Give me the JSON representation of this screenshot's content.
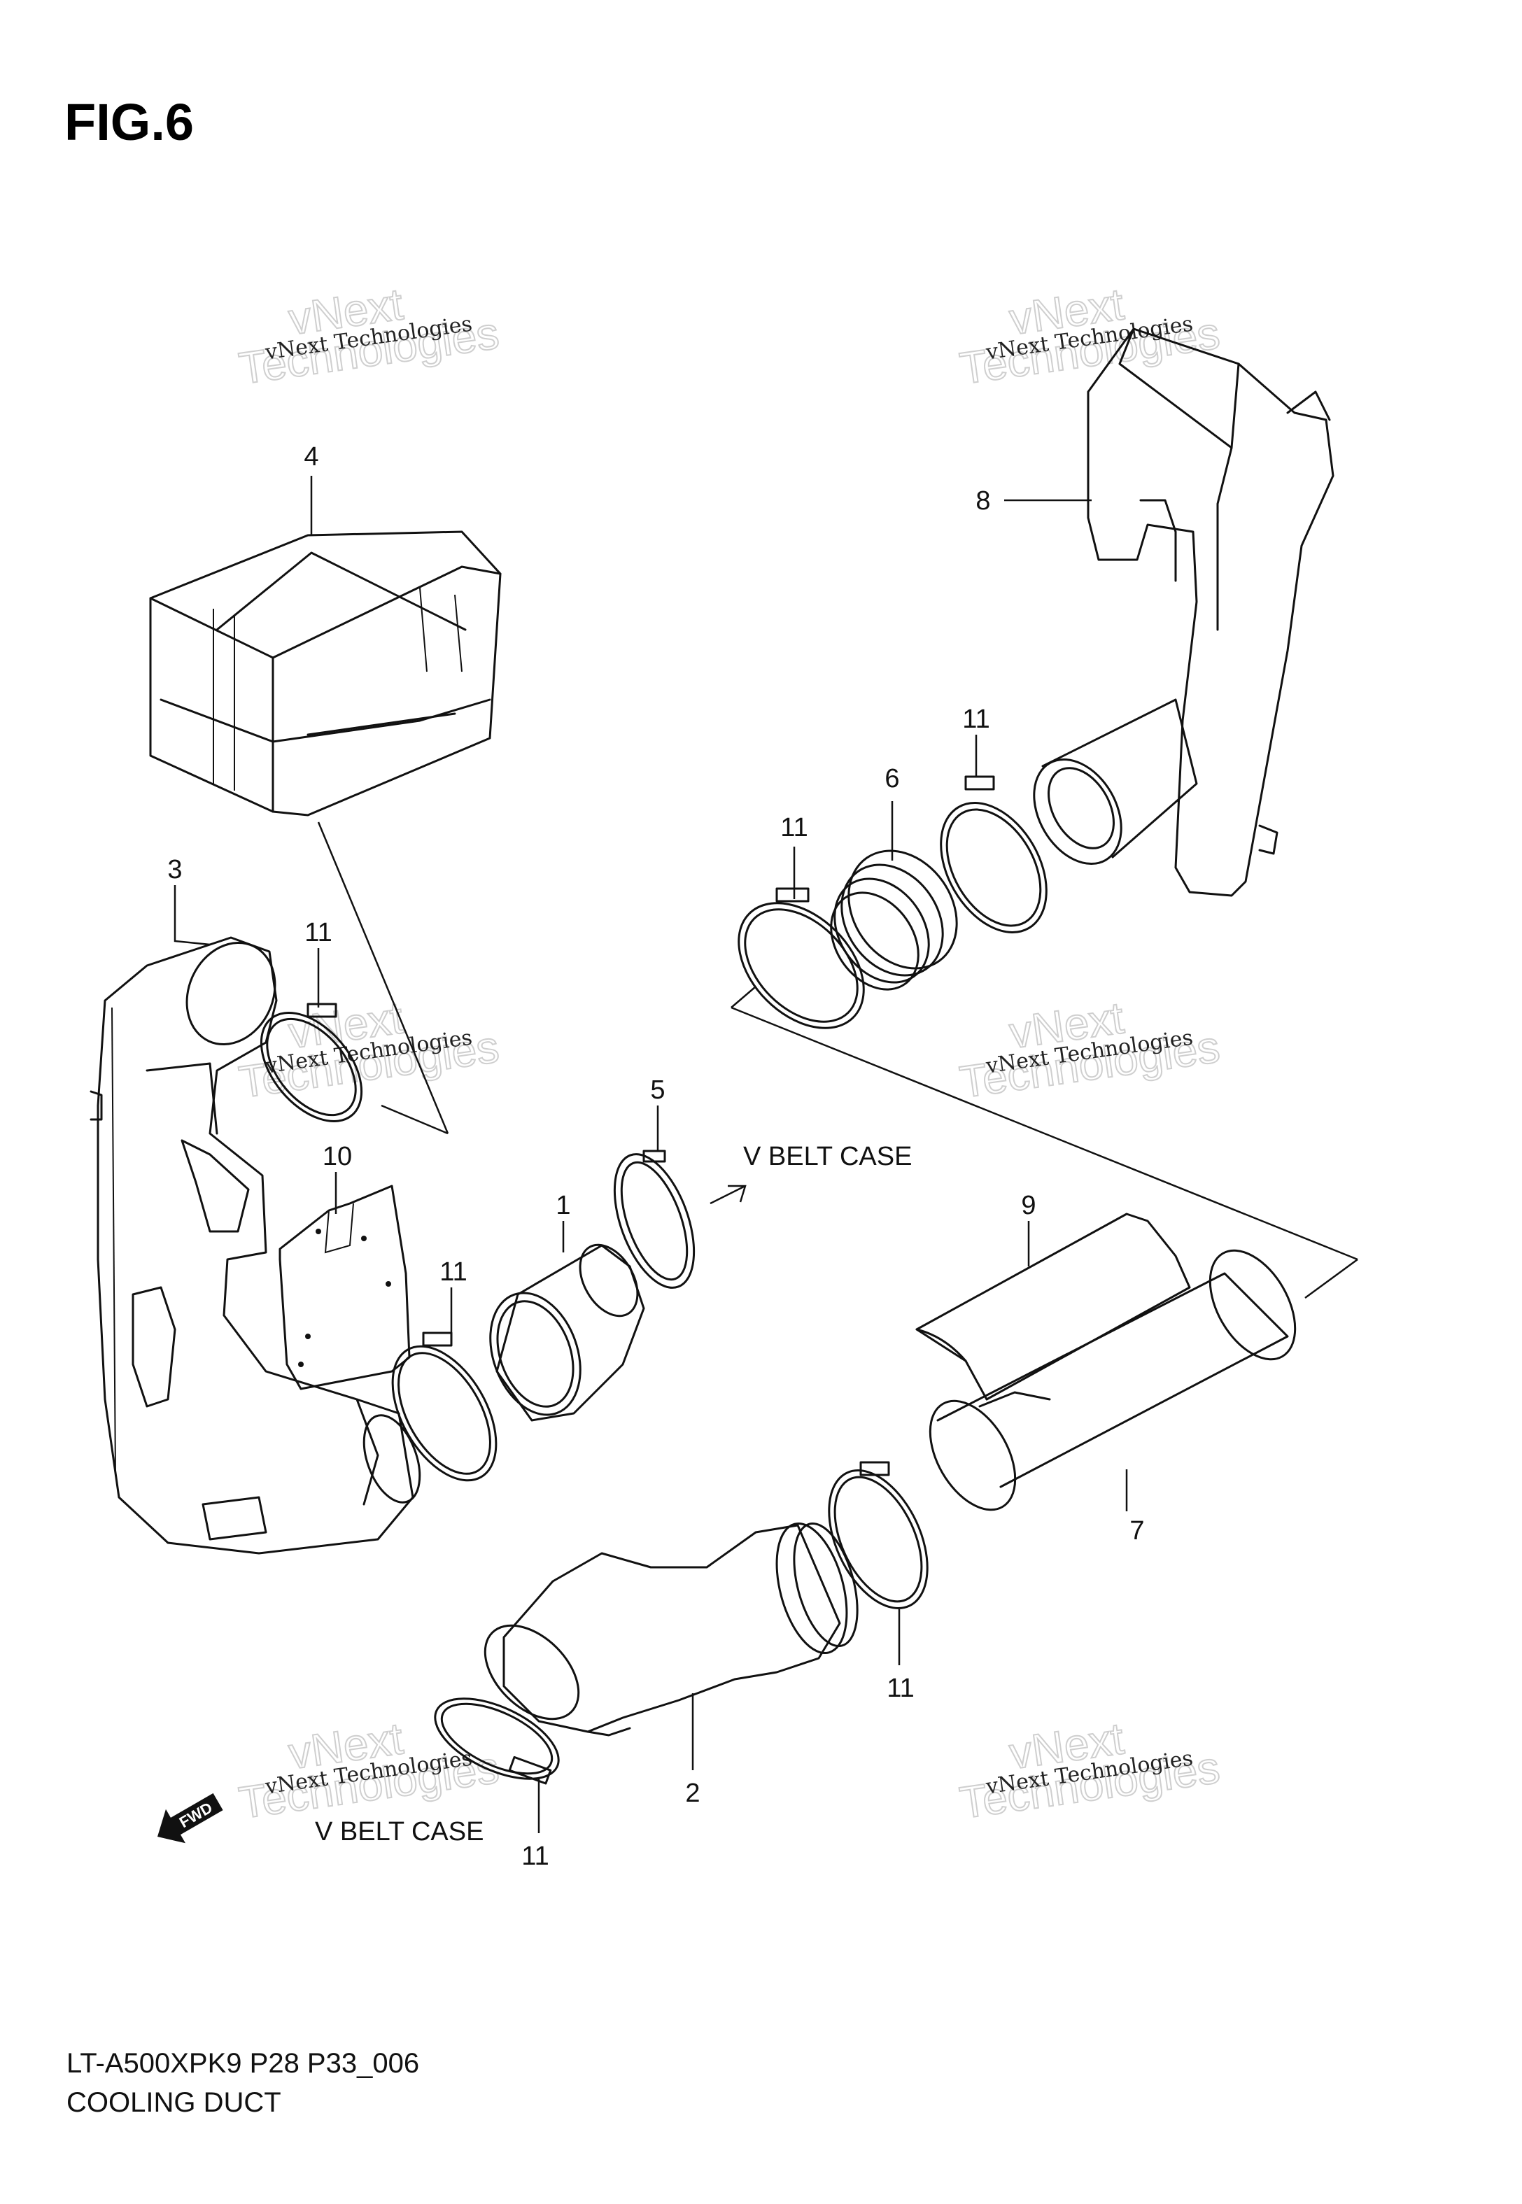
{
  "figure": {
    "title": "FIG.6",
    "model_code": "LT-A500XPK9 P28 P33_006",
    "subtitle": "COOLING DUCT"
  },
  "annotations": {
    "v_belt_case_upper": "V BELT CASE",
    "v_belt_case_lower": "V BELT CASE",
    "fwd_badge": "FWD"
  },
  "part_labels": [
    "4",
    "8",
    "3",
    "11",
    "11",
    "6",
    "11",
    "10",
    "5",
    "1",
    "11",
    "9",
    "7",
    "11",
    "2",
    "11"
  ],
  "watermark": {
    "line1": "vNext Technologies",
    "line2": "Technologies",
    "line3": "vNext"
  }
}
